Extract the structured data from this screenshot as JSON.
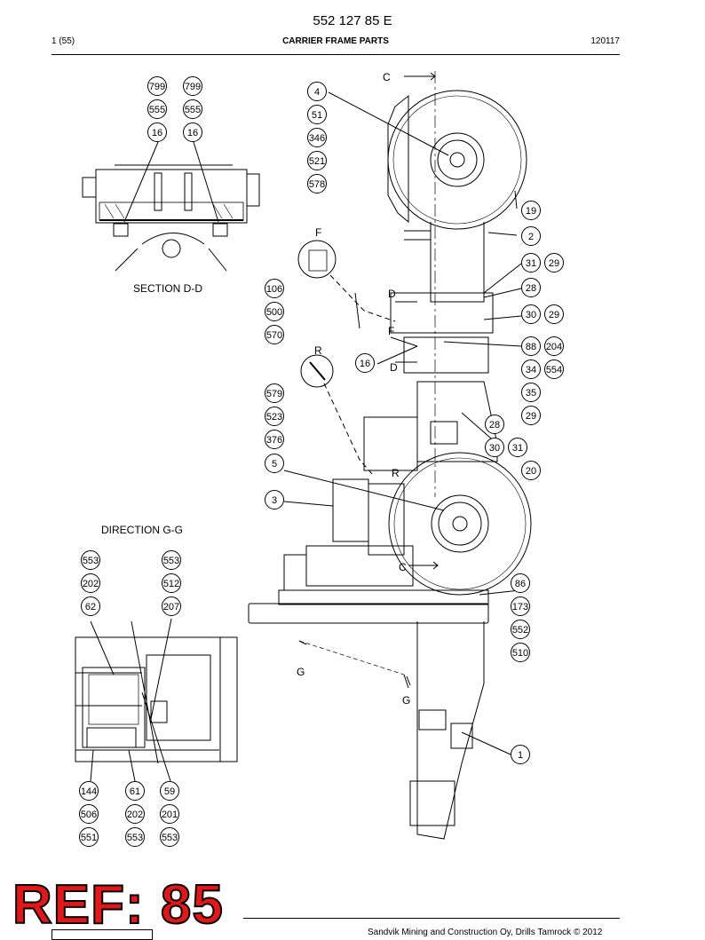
{
  "header": {
    "doc_number": "552 127 85 E",
    "page": "1 (55)",
    "title": "CARRIER FRAME PARTS",
    "code": "120117"
  },
  "sections": {
    "section_dd": "SECTION D-D",
    "direction_gg": "DIRECTION G-G"
  },
  "view_letters": {
    "c_top": "C",
    "c_bottom": "C",
    "d_top": "D",
    "d_bottom": "D",
    "f_top": "F",
    "f_bottom": "F",
    "r_top": "R",
    "r_bottom": "R",
    "g_left": "G",
    "g_right": "G"
  },
  "callouts": {
    "c799a": "799",
    "c555a": "555",
    "c16a": "16",
    "c799b": "799",
    "c555b": "555",
    "c16b": "16",
    "c4": "4",
    "c51": "51",
    "c346": "346",
    "c521": "521",
    "c578": "578",
    "c19": "19",
    "c2": "2",
    "c31a": "31",
    "c29a": "29",
    "c28a": "28",
    "c30a": "30",
    "c29b": "29",
    "c88": "88",
    "c204": "204",
    "c34": "34",
    "c554": "554",
    "c35": "35",
    "c29c": "29",
    "c28b": "28",
    "c30b": "30",
    "c31b": "31",
    "c20": "20",
    "c106": "106",
    "c500": "500",
    "c570": "570",
    "c16c": "16",
    "c579": "579",
    "c523": "523",
    "c376": "376",
    "c5": "5",
    "c3": "3",
    "c86": "86",
    "c173": "173",
    "c552": "552",
    "c510": "510",
    "c1": "1",
    "c553a": "553",
    "c202a": "202",
    "c62": "62",
    "c553b": "553",
    "c512": "512",
    "c207": "207",
    "c144": "144",
    "c506": "506",
    "c551": "551",
    "c61": "61",
    "c202b": "202",
    "c553c": "553",
    "c59": "59",
    "c201": "201",
    "c553d": "553"
  },
  "stamp": "REF: 85",
  "footer": {
    "copyright": "Sandvik Mining and Construction Oy, Drills Tamrock © 2012"
  }
}
